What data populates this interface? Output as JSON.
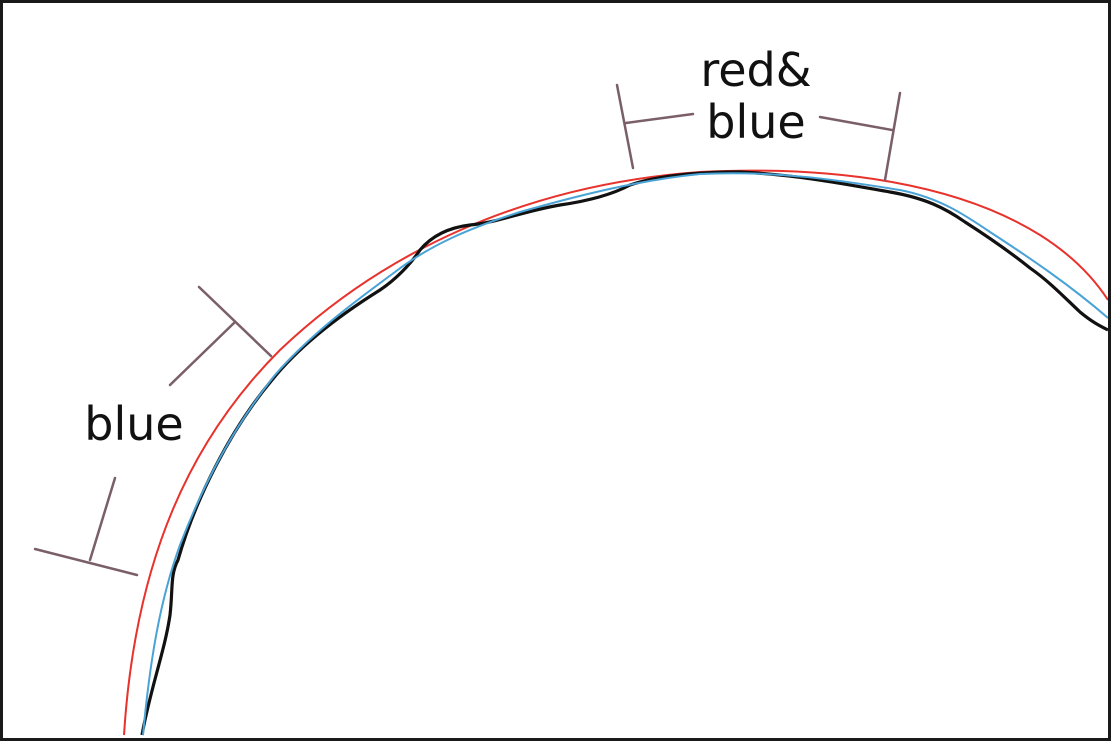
{
  "labels": {
    "top_line1": "red&",
    "top_line2": "blue",
    "left": "blue"
  },
  "colors": {
    "measured_outline": "#111111",
    "red_fit": "#e8322c",
    "blue_fit": "#4aa3d6",
    "bracket": "#7a5f69",
    "frame": "#1a1a1a"
  }
}
